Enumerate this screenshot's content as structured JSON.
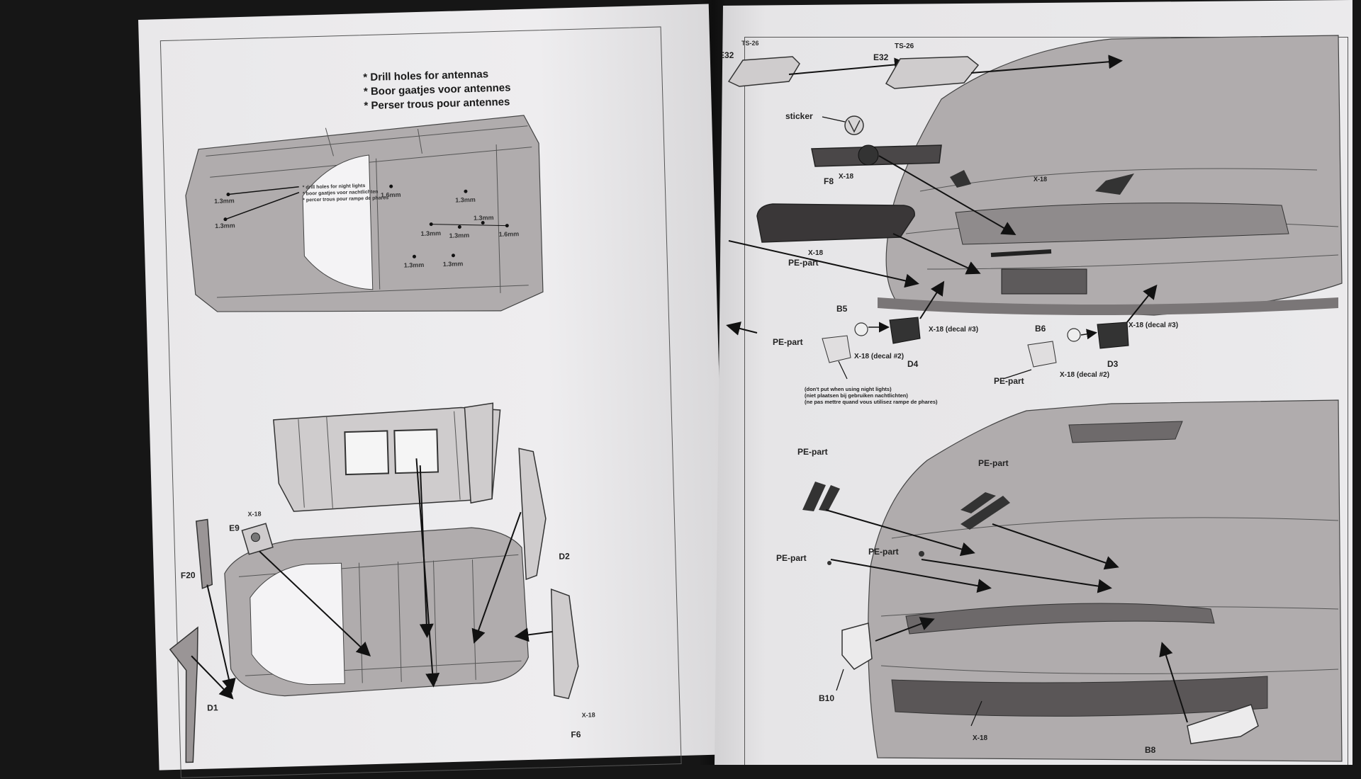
{
  "left_page": {
    "notes": [
      "* Drill holes for antennas",
      "* Boor gaatjes voor antennes",
      "* Perser trous pour antennes"
    ],
    "night_lights_note": [
      "* drill holes for night lights",
      "* boor gaatjes voor nachtlichten",
      "* percer trous pour rampe de phares"
    ],
    "hole_labels": [
      "1.3mm",
      "1.3mm",
      "1.6mm",
      "1.3mm",
      "1.3mm",
      "1.3mm",
      "1.3mm",
      "1.6mm",
      "1.3mm",
      "1.3mm"
    ],
    "part_labels": {
      "e9": "E9",
      "f20": "F20",
      "d1": "D1",
      "d2": "D2",
      "f6": "F6"
    },
    "paint": {
      "e9": "X-18",
      "f6": "X-18"
    }
  },
  "right_page": {
    "part_labels": {
      "e32": "E32",
      "sticker": "sticker",
      "f8": "F8",
      "pe1": "PE-part",
      "b5": "B5",
      "pe2": "PE-part",
      "d4": "D4",
      "b6": "B6",
      "d3": "D3",
      "pe3": "PE-part",
      "pe4": "PE-part",
      "pe5": "PE-part",
      "pe6": "PE-part",
      "pe7": "PE-part",
      "b10": "B10",
      "b8": "B8"
    },
    "paint": {
      "e32": "TS-26",
      "f8": "X-18",
      "hood": "X-18",
      "pe1": "X-18",
      "d4": "X-18 (decal #3)",
      "pe2": "X-18 (decal #2)",
      "d3": "X-18 (decal #3)",
      "pe3": "X-18 (decal #2)",
      "bottom": "X-18"
    },
    "warning_note": [
      "(don't put when using night lights)",
      "(niet plaatsen bij gebruiken nachtlichten)",
      "(ne pas mettre quand vous utilisez rampe de phares)"
    ]
  }
}
